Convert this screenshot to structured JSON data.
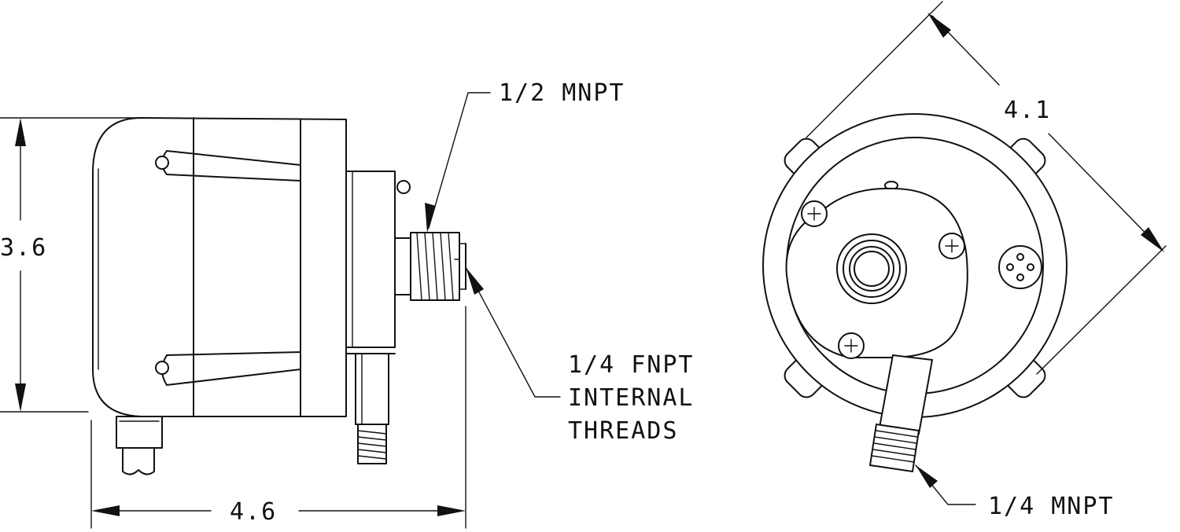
{
  "dimensions": {
    "height": "3.6",
    "width": "4.6",
    "diameter": "4.1"
  },
  "callouts": {
    "half_mnpt": "1/2 MNPT",
    "fnpt_line1": "1/4 FNPT",
    "fnpt_line2": "INTERNAL",
    "fnpt_line3": "THREADS",
    "quarter_mnpt": "1/4 MNPT"
  }
}
